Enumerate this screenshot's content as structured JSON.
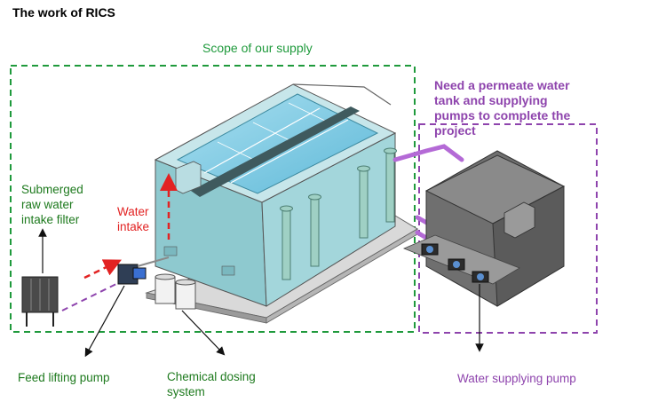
{
  "title": "The work of RICS",
  "scope_label": "Scope of our supply",
  "need_label": "Need a permeate water\ntank and supplying\npumps to complete the\nproject",
  "filter_label": "Submerged\nraw water\nintake filter",
  "intake_label": "Water\nintake",
  "feed_pump_label": "Feed lifting pump",
  "chemical_label": "Chemical dosing\nsystem",
  "supply_pump_label": "Water supplying pump",
  "colors": {
    "scope_box": "#1f9a3c",
    "need_box": "#8e44ad",
    "intake_arrow": "#e22222",
    "pipe": "#b46ad6"
  }
}
